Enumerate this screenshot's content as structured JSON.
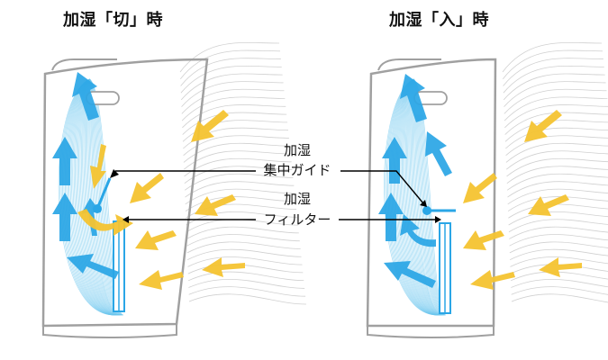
{
  "titles": {
    "left": "加湿「切」時",
    "right": "加湿「入」時"
  },
  "labels": {
    "guide_line1": "加湿",
    "guide_line2": "集中ガイド",
    "filter_line1": "加湿",
    "filter_line2": "フィルター"
  },
  "colors": {
    "body_outline": "#a0a0a0",
    "airflow_blue": "#2aa6e6",
    "intake_yellow": "#f5c431",
    "mist_lines": "#6cc6ee",
    "outside_lines": "#c8c8c8",
    "filter_blue": "#2aa6e6",
    "leader": "#000000"
  }
}
